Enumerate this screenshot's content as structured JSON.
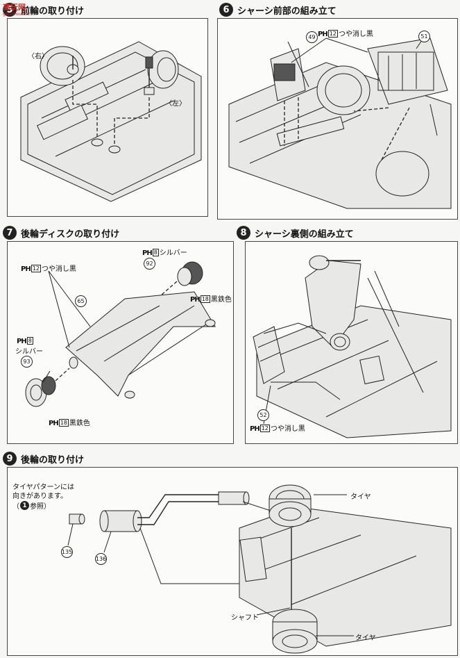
{
  "watermark": {
    "logo": "高玩网",
    "sub": "gao.shou.com"
  },
  "step5": {
    "num": "5",
    "title": "前輪の取り付け",
    "left_label": "〈右〉",
    "right_label": "〈左〉"
  },
  "step6": {
    "num": "6",
    "title": "シャーシ前部の組み立て",
    "paint_prefix": "PH",
    "paint_no": "12",
    "paint_name": "つや消し黒",
    "parts": [
      "49",
      "51"
    ]
  },
  "step7": {
    "num": "7",
    "title": "後輪ディスクの取り付け",
    "top_paint": {
      "prefix": "PH",
      "no": "8",
      "name": "シルバー"
    },
    "top_part": "92",
    "right_paint": {
      "prefix": "PH",
      "no": "18",
      "name": "黒鉄色"
    },
    "left_paint": {
      "prefix": "PH",
      "no": "12",
      "name": "つや消し黒"
    },
    "frame_part": "65",
    "left_silver": {
      "prefix": "PH",
      "no": "8",
      "name": "シルバー"
    },
    "left_part": "93",
    "bottom_paint": {
      "prefix": "PH",
      "no": "18",
      "name": "黒鉄色"
    }
  },
  "step8": {
    "num": "8",
    "title": "シャーシ裏側の組み立て",
    "part": "52",
    "paint": {
      "prefix": "PH",
      "no": "12",
      "name": "つや消し黒"
    }
  },
  "step9": {
    "num": "9",
    "title": "後輪の取り付け",
    "note_line1": "タイヤパターンには",
    "note_line2": "向きがあります。",
    "ref_open": "（",
    "ref_num": "1",
    "ref_text": "参照）",
    "tire_top": "タイヤ",
    "shaft": "シャフト",
    "tire_bottom": "タイヤ",
    "parts": [
      "135",
      "136"
    ]
  }
}
